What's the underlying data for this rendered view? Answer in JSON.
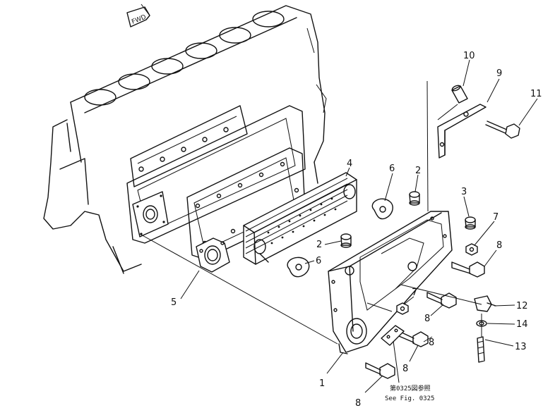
{
  "fwd_label": "FWD",
  "callouts": [
    {
      "id": "1",
      "text": "1"
    },
    {
      "id": "2a",
      "text": "2"
    },
    {
      "id": "2b",
      "text": "2"
    },
    {
      "id": "3",
      "text": "3"
    },
    {
      "id": "4",
      "text": "4"
    },
    {
      "id": "5",
      "text": "5"
    },
    {
      "id": "6a",
      "text": "6"
    },
    {
      "id": "6b",
      "text": "6"
    },
    {
      "id": "7a",
      "text": "7"
    },
    {
      "id": "7b",
      "text": "7"
    },
    {
      "id": "8a",
      "text": "8"
    },
    {
      "id": "8b",
      "text": "8"
    },
    {
      "id": "8c",
      "text": "8"
    },
    {
      "id": "8d",
      "text": "8"
    },
    {
      "id": "8e",
      "text": "8"
    },
    {
      "id": "9",
      "text": "9"
    },
    {
      "id": "10",
      "text": "10"
    },
    {
      "id": "11",
      "text": "11"
    },
    {
      "id": "12",
      "text": "12"
    },
    {
      "id": "13",
      "text": "13"
    },
    {
      "id": "14",
      "text": "14"
    }
  ],
  "reference_note": {
    "jp": "第0325図参照",
    "en": "See Fig. 0325"
  }
}
